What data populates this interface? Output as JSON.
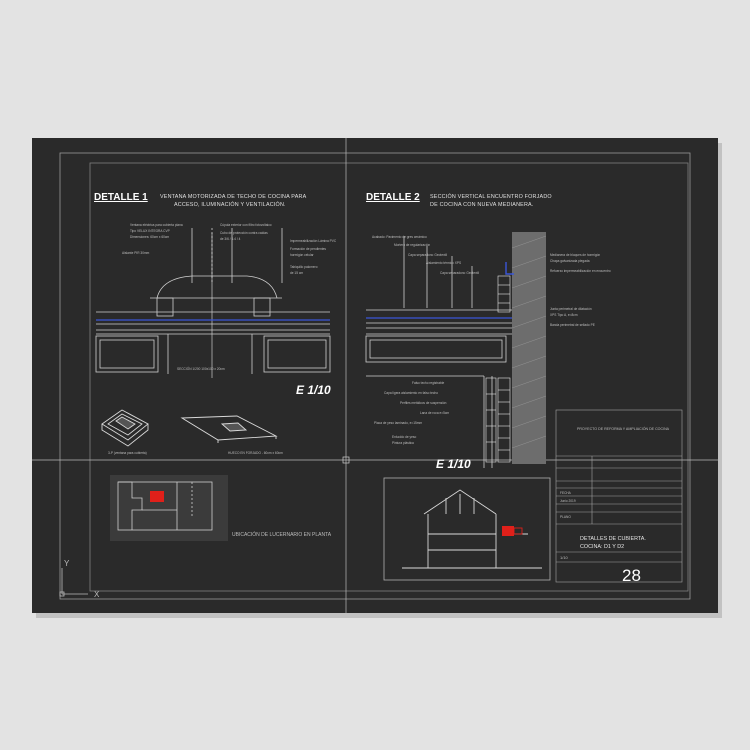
{
  "detalle1": {
    "title": "DETALLE 1",
    "subtitle_line1": "VENTANA MOTORIZADA DE TECHO DE COCINA PARA",
    "subtitle_line2": "ACCESO, ILUMINACIÓN Y VENTILACIÓN.",
    "scale": "E 1/10",
    "caption_section": "SECCIÓN 1/200 100x100 x 20cm",
    "caption_3d_left": "3-P (ventana para cubierta)",
    "caption_3d_right": "HUECO EN FORJADO - 60cm x 60cm",
    "plan_caption": "UBICACIÓN DE LUCERNARIO EN PLANTA"
  },
  "detalle2": {
    "title": "DETALLE 2",
    "subtitle_line1": "SECCIÓN VERTICAL ENCUENTRO FORJADO",
    "subtitle_line2": "DE COCINA CON NUEVA MEDIANERA.",
    "scale": "E 1/10"
  },
  "titleblock": {
    "project": "PROYECTO DE REFORMA Y AMPLIACIÓN DE COCINA",
    "drawing_title_line1": "DETALLES DE CUBIERTA.",
    "drawing_title_line2": "COCINA: D1 Y D2",
    "scale_value": "1/10",
    "sheet_number": "28"
  },
  "ucs": {
    "y_label": "Y",
    "x_label": "X"
  },
  "colors": {
    "background": "#e3e3e3",
    "sheet": "#2a2a2a",
    "line": "#cfcfcf",
    "accent_blue": "#3a56d8",
    "accent_red": "#e0201a"
  }
}
